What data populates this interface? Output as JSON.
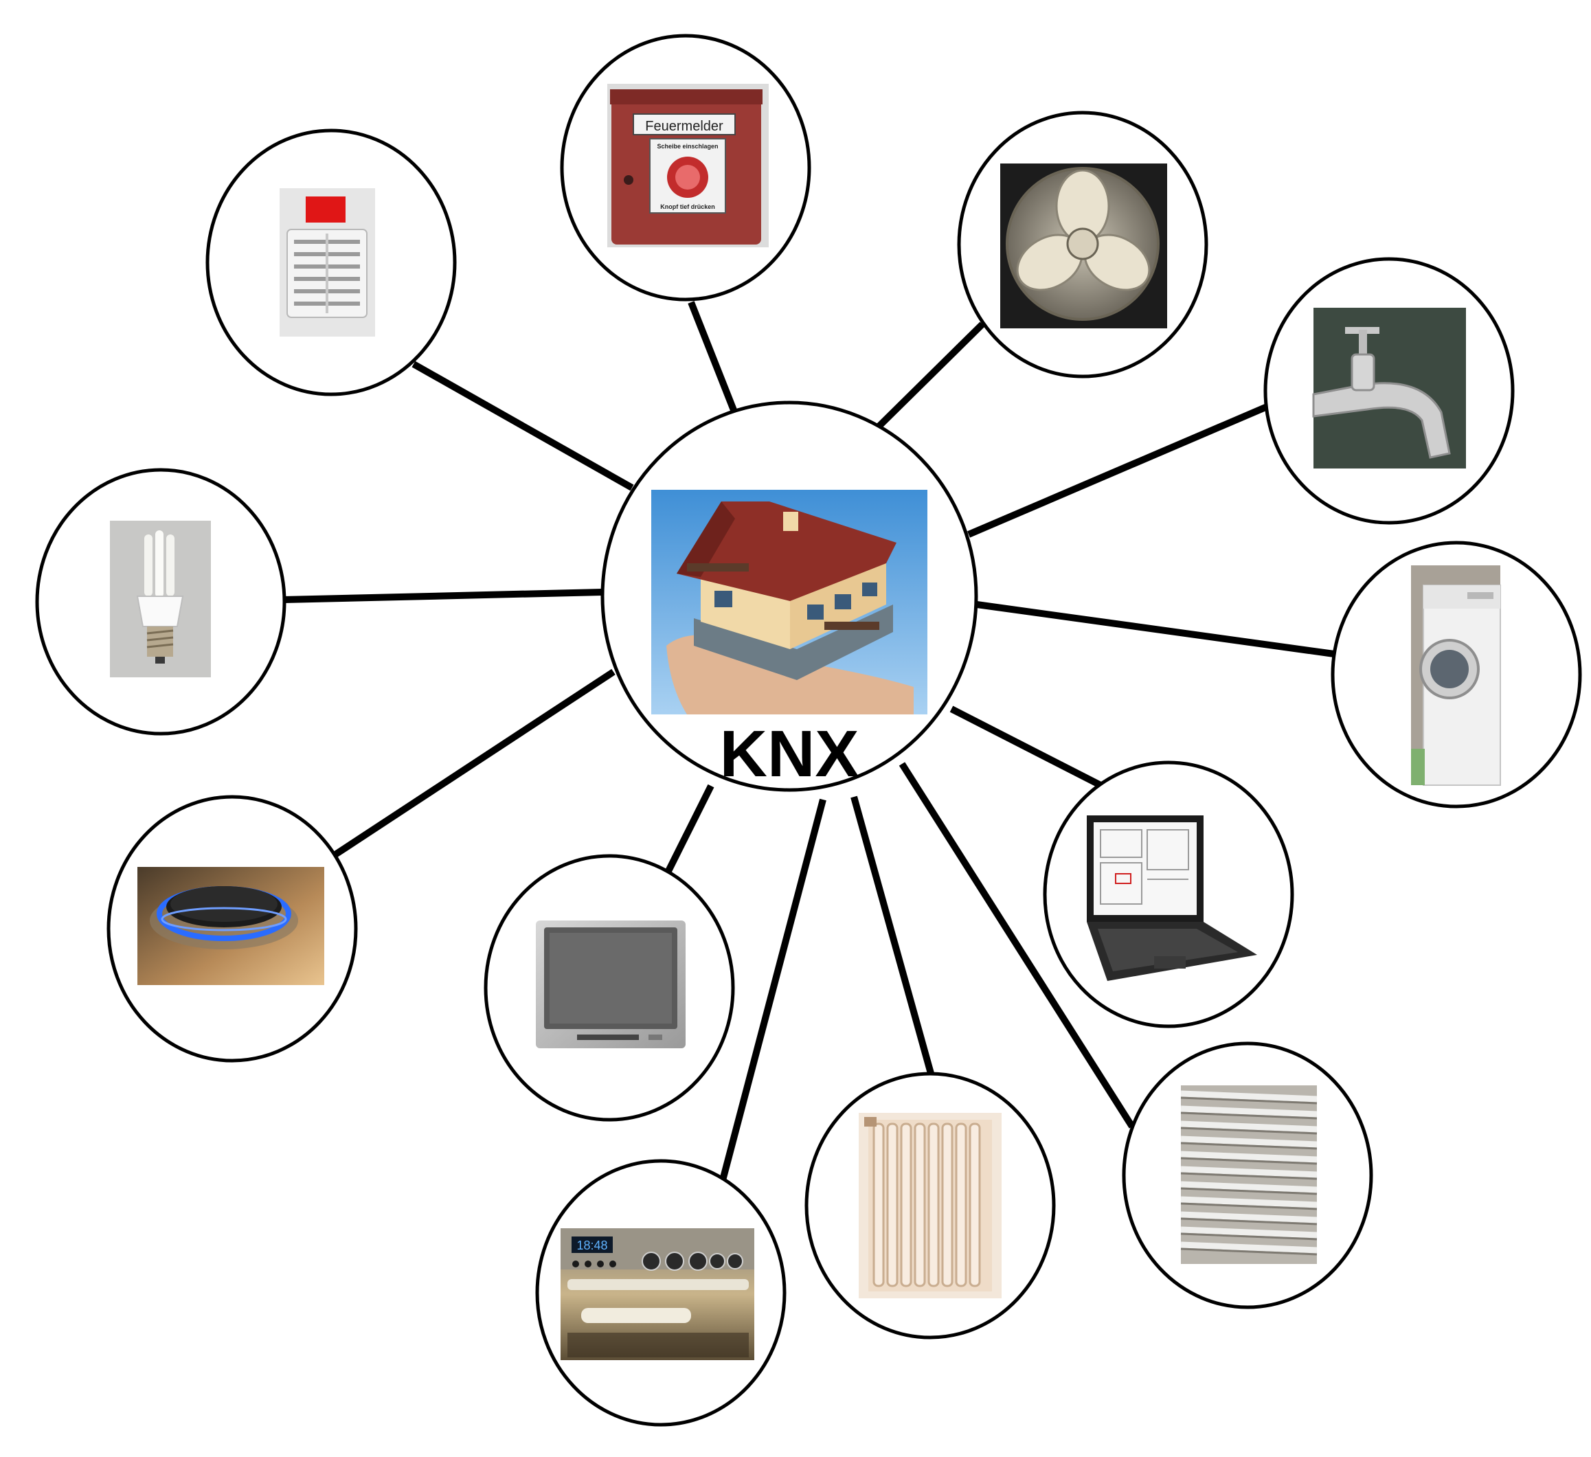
{
  "hub": {
    "label": "KNX",
    "image": "house-on-hand-icon"
  },
  "colors": {
    "stroke": "#000000",
    "background": "#ffffff"
  },
  "nodes": [
    {
      "id": "smoke-detector",
      "icon": "smoke-detector-icon"
    },
    {
      "id": "fire-alarm",
      "icon": "fire-alarm-box-icon",
      "text": "Feuermelder",
      "subtext_top": "Scheibe einschlagen",
      "subtext_bottom": "Knopf tief drücken"
    },
    {
      "id": "fan",
      "icon": "fan-icon"
    },
    {
      "id": "water-tap",
      "icon": "water-tap-icon"
    },
    {
      "id": "washing-machine",
      "icon": "washing-machine-icon"
    },
    {
      "id": "laptop",
      "icon": "laptop-icon"
    },
    {
      "id": "blinds",
      "icon": "window-blinds-icon"
    },
    {
      "id": "radiator",
      "icon": "radiator-icon"
    },
    {
      "id": "oven",
      "icon": "oven-icon",
      "text": "18:48"
    },
    {
      "id": "television",
      "icon": "television-icon"
    },
    {
      "id": "gas-stove",
      "icon": "gas-burner-icon"
    },
    {
      "id": "light-bulb",
      "icon": "energy-saving-bulb-icon"
    }
  ]
}
